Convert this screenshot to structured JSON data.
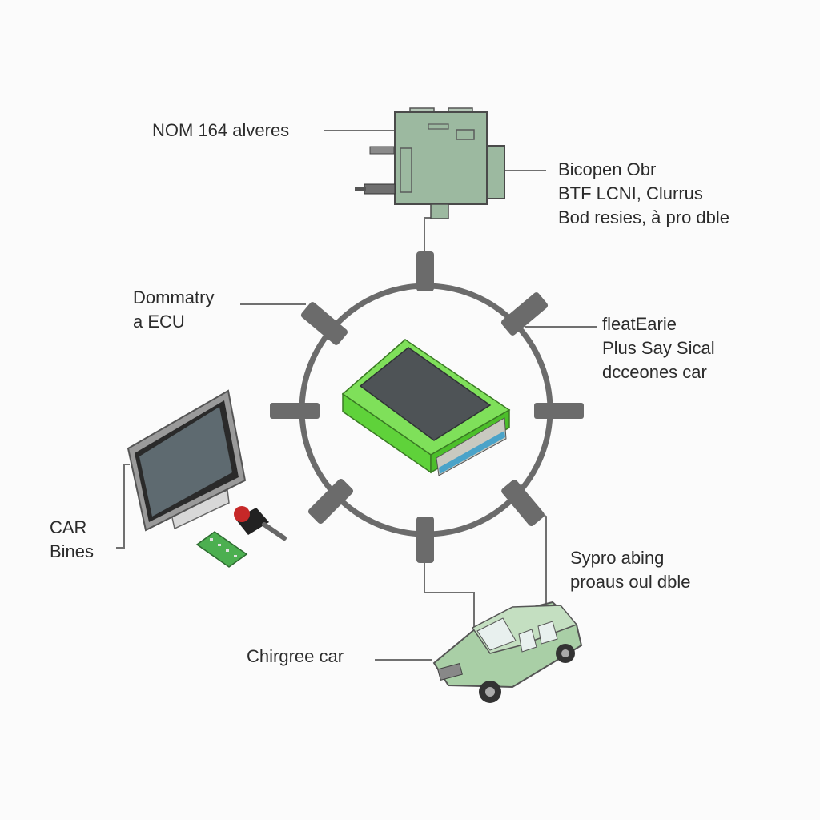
{
  "labels": {
    "module": [
      "NOM 164 alveres"
    ],
    "right_top": [
      "Bicopen Obr",
      "BTF LCNI, Clurrus",
      "Bod resies, à pro dble"
    ],
    "left_ecu": [
      "Dommatry",
      "a ECU"
    ],
    "right_mid": [
      "fleatEarie",
      "Plus Say Sical",
      "dcceones car"
    ],
    "car_bines": [
      "CAR",
      "Bines"
    ],
    "right_low": [
      "Sypro abing",
      "proaus oul dble"
    ],
    "car": [
      "Chirgree car"
    ]
  },
  "colors": {
    "background": "#fbfbfb",
    "line": "#707070",
    "ring": "#6b6b6b",
    "module_fill": "#9cb9a0",
    "ecu_green": "#5fd23a",
    "ecu_top": "#4e5356",
    "car_fill": "#a9cfa6",
    "board_green": "#4caf50",
    "text": "#2b2b2b"
  },
  "icons": {
    "module": "control-module-icon",
    "ecu": "ecu-unit-icon",
    "monitor": "monitor-icon",
    "connector": "obd-connector-icon",
    "board": "circuit-board-icon",
    "car": "car-icon"
  }
}
